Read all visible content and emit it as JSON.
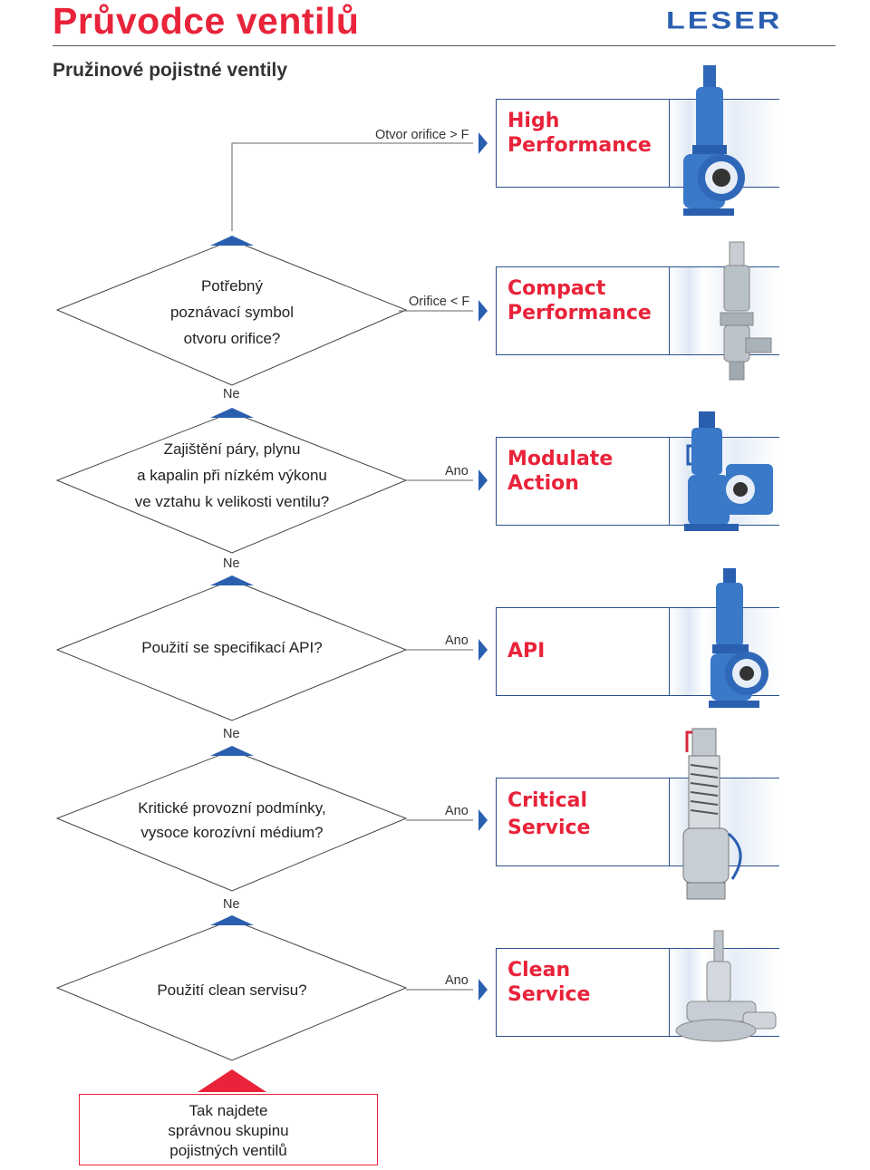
{
  "header": {
    "title": "Průvodce ventilů",
    "logo": "LESER",
    "subtitle": "Pružinové pojistné ventily"
  },
  "flow": {
    "questions": [
      {
        "id": "q1",
        "lines": [
          "Potřebný",
          "poznávací symbol",
          "otvoru orifice?"
        ]
      },
      {
        "id": "q2",
        "lines": [
          "Zajištění páry, plynu",
          "a kapalin při nízkém výkonu",
          "ve vztahu k velikosti ventilu?"
        ]
      },
      {
        "id": "q3",
        "lines": [
          "Použití se specifikací API?"
        ]
      },
      {
        "id": "q4",
        "lines": [
          "Kritické provozní podmínky,",
          "vysoce korozívní médium?"
        ]
      },
      {
        "id": "q5",
        "lines": [
          "Použití clean servisu?"
        ]
      }
    ],
    "branch_labels": {
      "high": "Otvor orifice > F",
      "compact": "Orifice < F",
      "yes": "Ano",
      "no": "Ne"
    },
    "results": [
      {
        "id": "high",
        "name_lines": [
          "High",
          "Performance"
        ],
        "image": "valve-high-performance-icon"
      },
      {
        "id": "compact",
        "name_lines": [
          "Compact",
          "Performance"
        ],
        "image": "valve-compact-performance-icon"
      },
      {
        "id": "modulate",
        "name_lines": [
          "Modulate",
          "Action"
        ],
        "image": "valve-modulate-action-icon"
      },
      {
        "id": "api",
        "name_lines": [
          "API"
        ],
        "image": "valve-api-icon"
      },
      {
        "id": "critical",
        "name_lines": [
          "Critical",
          "Service"
        ],
        "image": "valve-critical-service-icon"
      },
      {
        "id": "clean",
        "name_lines": [
          "Clean",
          "Service"
        ],
        "image": "valve-clean-service-icon"
      }
    ],
    "final": {
      "lines": [
        "Tak najdete",
        "správnou skupinu",
        "pojistných ventilů"
      ]
    }
  },
  "colors": {
    "accent_red": "#e8233a",
    "brand_blue": "#2a5fb0",
    "box_border": "#2b4f8e",
    "valve_blue": "#3a78c8"
  }
}
